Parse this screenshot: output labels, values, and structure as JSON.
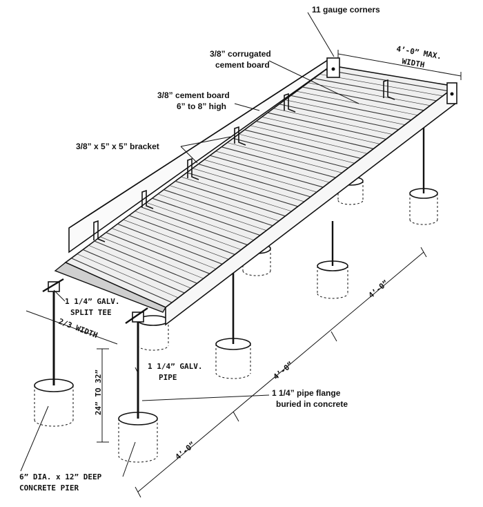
{
  "labels": {
    "corners": "11 gauge corners",
    "max_width_line1": "4’-0” MAX.",
    "max_width_line2": "WIDTH",
    "corrugated_line1": "3/8” corrugated",
    "corrugated_line2": "cement board",
    "cement_board_line1": "3/8” cement board",
    "cement_board_line2": "6” to 8” high",
    "bracket": "3/8” x 5” x 5” bracket",
    "split_tee_line1": "1 1/4” GALV.",
    "split_tee_line2": "SPLIT TEE",
    "two_thirds_width": "2/3 WIDTH",
    "height_range": "24” TO 32”",
    "pipe_line1": "1 1/4” GALV.",
    "pipe_line2": "PIPE",
    "flange_line1": "1 1/4” pipe flange",
    "flange_line2": "buried in concrete",
    "pier_line1": "6” DIA. x 12” DEEP",
    "pier_line2": "CONCRETE PIER",
    "spacing_front": "4’-0”",
    "spacing_middle": "4’-0”",
    "spacing_rear": "4’-0”"
  }
}
